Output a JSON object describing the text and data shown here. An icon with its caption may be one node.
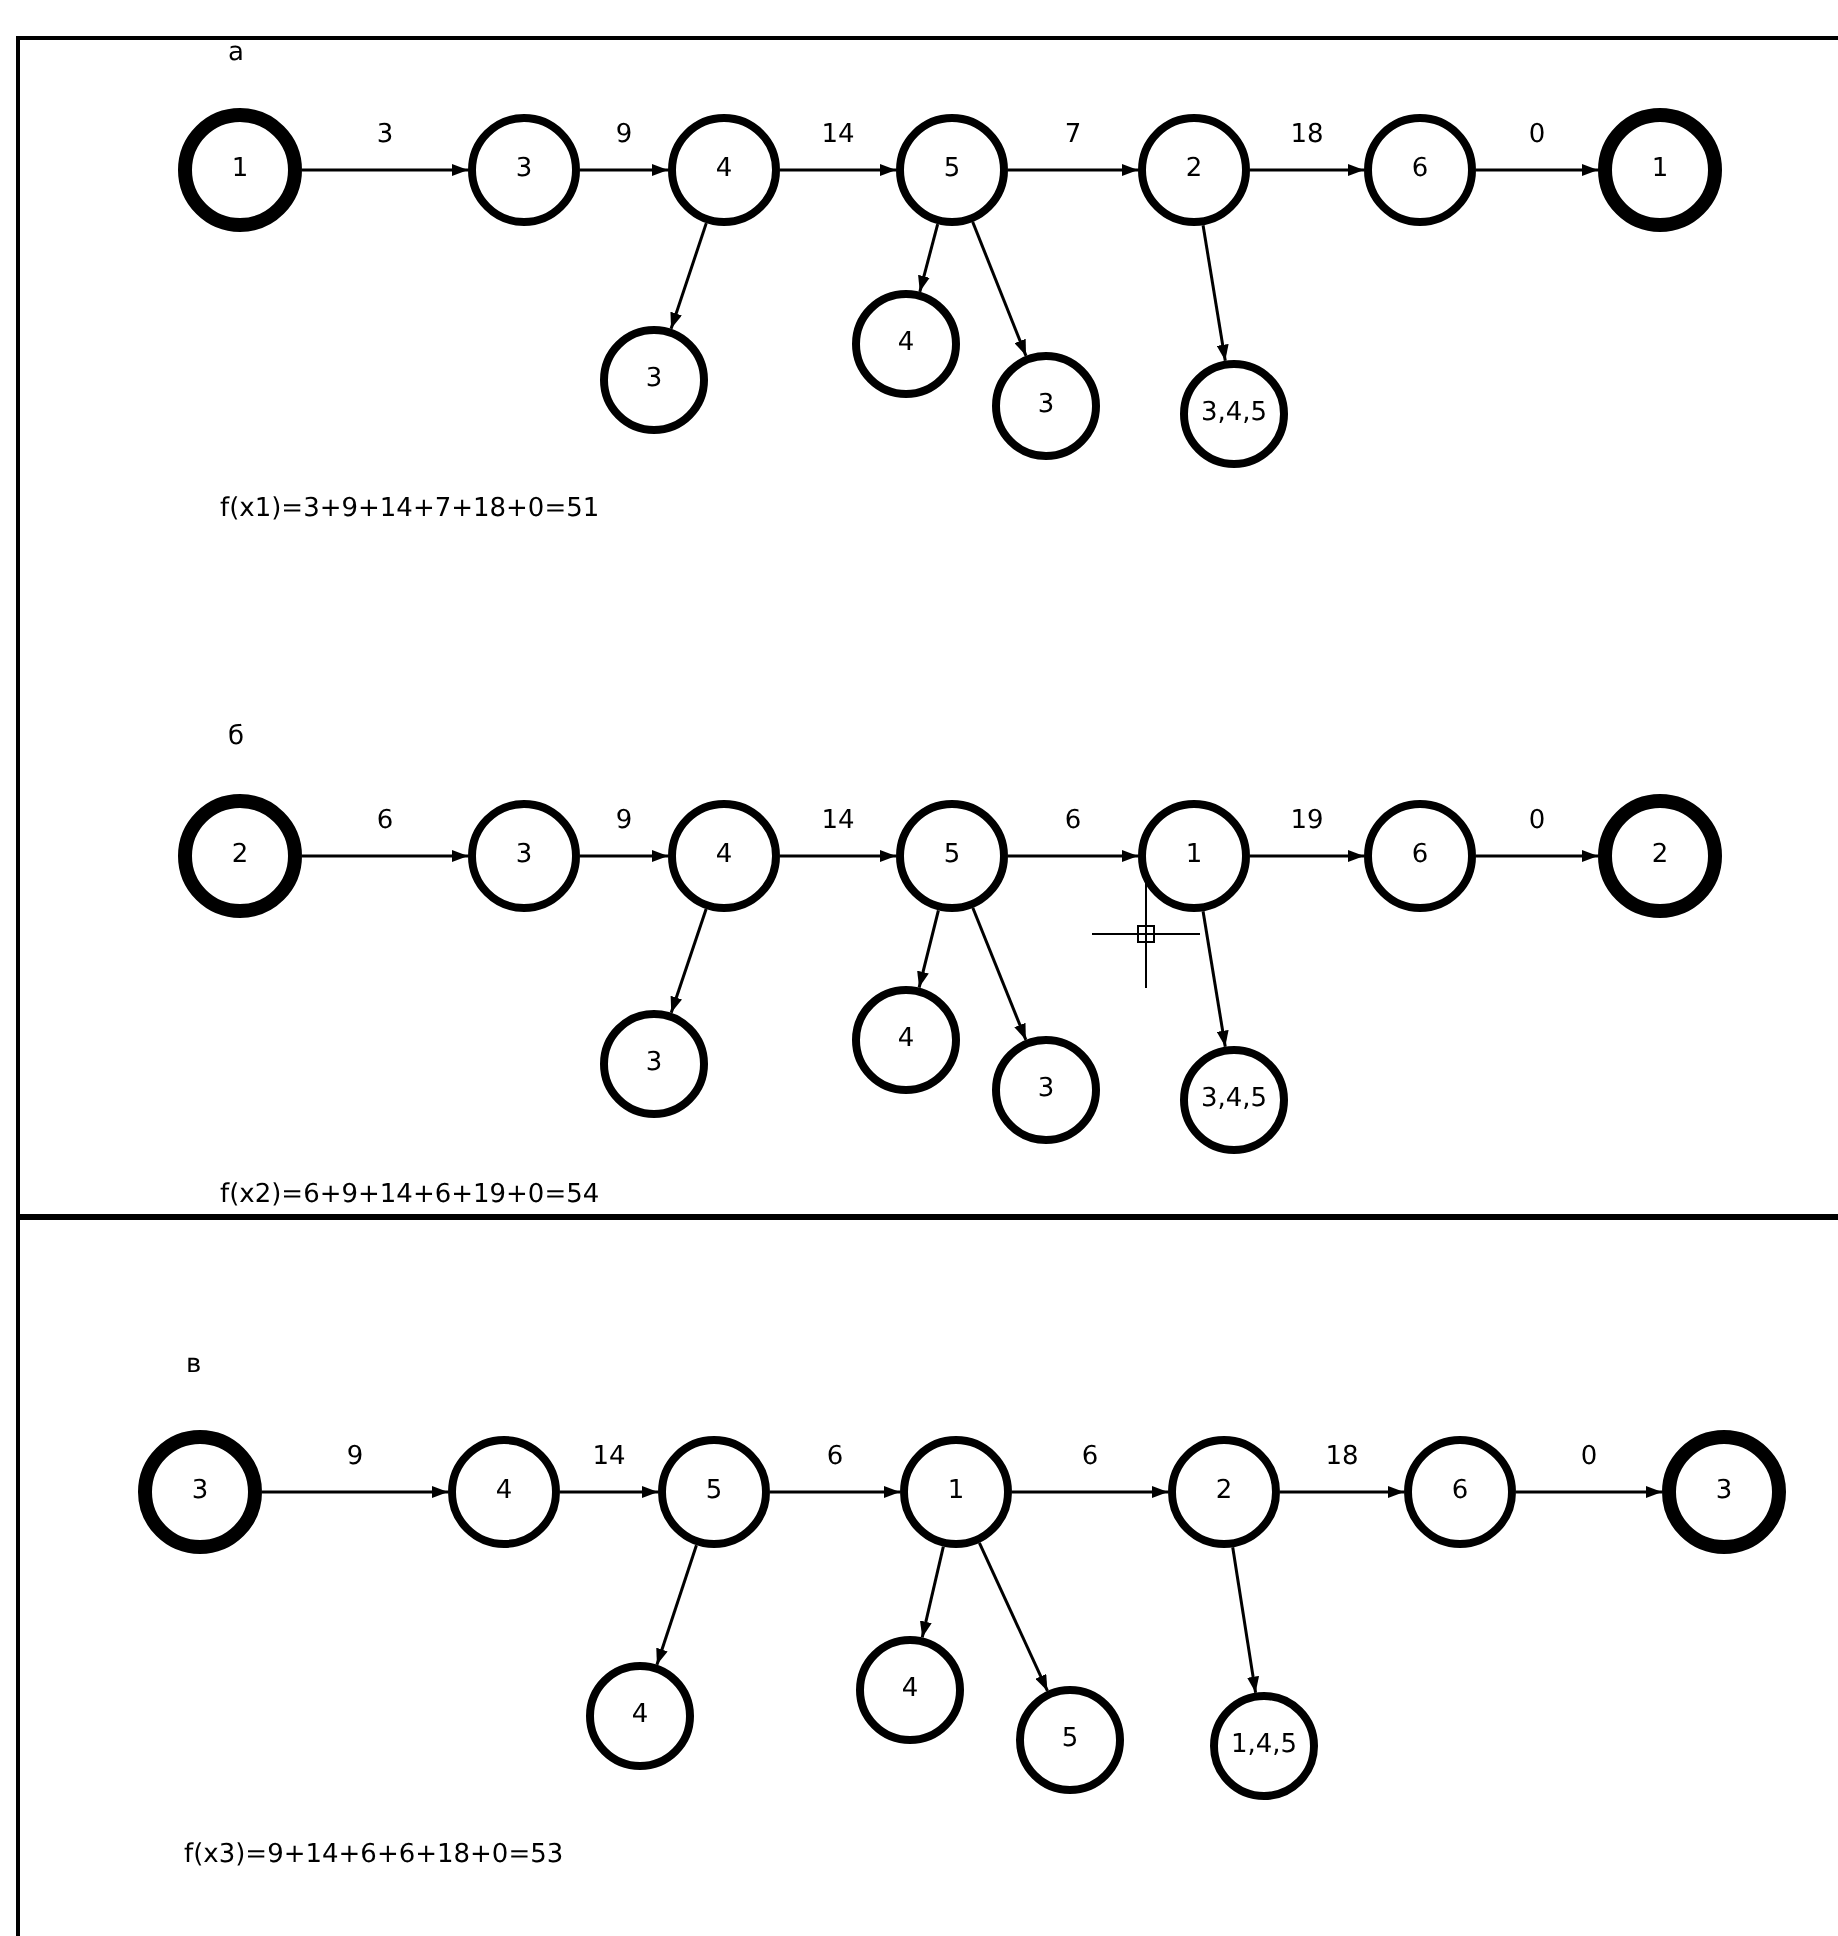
{
  "diagram": {
    "nodes": [
      {
        "text": [
          "1"
        ]
      },
      {
        "text": [
          "3"
        ]
      },
      {
        "text": [
          "4"
        ]
      },
      {
        "text": [
          "5"
        ]
      },
      {
        "text": [
          "2"
        ]
      },
      {
        "text": [
          "6"
        ]
      },
      {
        "text": [
          "1"
        ]
      },
      {
        "text": [
          "3"
        ]
      },
      {
        "text": [
          "4"
        ]
      },
      {
        "text": [
          "3"
        ]
      },
      {
        "text": [
          "3,4,5"
        ]
      },
      {
        "text": [
          "2"
        ]
      },
      {
        "text": [
          "3"
        ]
      },
      {
        "text": [
          "4"
        ]
      },
      {
        "text": [
          "5"
        ]
      },
      {
        "text": [
          "1"
        ]
      },
      {
        "text": [
          "6"
        ]
      },
      {
        "text": [
          "2"
        ]
      },
      {
        "text": [
          "3"
        ]
      },
      {
        "text": [
          "4"
        ]
      },
      {
        "text": [
          "3"
        ]
      },
      {
        "text": [
          "3,4,5"
        ]
      },
      {
        "text": [
          "3"
        ]
      },
      {
        "text": [
          "4"
        ]
      },
      {
        "text": [
          "5"
        ]
      },
      {
        "text": [
          "1"
        ]
      },
      {
        "text": [
          "2"
        ]
      },
      {
        "text": [
          "6"
        ]
      },
      {
        "text": [
          "3"
        ]
      },
      {
        "text": [
          "4"
        ]
      },
      {
        "text": [
          "4"
        ]
      },
      {
        "text": [
          "5"
        ]
      },
      {
        "text": [
          "1,4,5"
        ]
      }
    ],
    "edges": [
      {
        "from": 0,
        "to": 1,
        "arrow": "to",
        "label": "3"
      },
      {
        "from": 1,
        "to": 2,
        "arrow": "to",
        "label": "9"
      },
      {
        "from": 2,
        "to": 3,
        "arrow": "to",
        "label": "14"
      },
      {
        "from": 3,
        "to": 4,
        "arrow": "to",
        "label": "7"
      },
      {
        "from": 4,
        "to": 5,
        "arrow": "to",
        "label": "18"
      },
      {
        "from": 5,
        "to": 6,
        "arrow": "to",
        "label": "0"
      },
      {
        "from": 2,
        "to": 7,
        "arrow": "to"
      },
      {
        "from": 3,
        "to": 8,
        "arrow": "to"
      },
      {
        "from": 3,
        "to": 9,
        "arrow": "to"
      },
      {
        "from": 4,
        "to": 10,
        "arrow": "to"
      },
      {
        "from": 11,
        "to": 12,
        "arrow": "to",
        "label": "6"
      },
      {
        "from": 12,
        "to": 13,
        "arrow": "to",
        "label": "9"
      },
      {
        "from": 13,
        "to": 14,
        "arrow": "to",
        "label": "14"
      },
      {
        "from": 14,
        "to": 15,
        "arrow": "to",
        "label": "6"
      },
      {
        "from": 15,
        "to": 16,
        "arrow": "to",
        "label": "19"
      },
      {
        "from": 16,
        "to": 17,
        "arrow": "to",
        "label": "0"
      },
      {
        "from": 13,
        "to": 18,
        "arrow": "to"
      },
      {
        "from": 14,
        "to": 19,
        "arrow": "to"
      },
      {
        "from": 14,
        "to": 20,
        "arrow": "to"
      },
      {
        "from": 15,
        "to": 21,
        "arrow": "to"
      },
      {
        "from": 22,
        "to": 23,
        "arrow": "to",
        "label": "9"
      },
      {
        "from": 23,
        "to": 24,
        "arrow": "to",
        "label": "14"
      },
      {
        "from": 24,
        "to": 25,
        "arrow": "to",
        "label": "6"
      },
      {
        "from": 25,
        "to": 26,
        "arrow": "to",
        "label": "6"
      },
      {
        "from": 26,
        "to": 27,
        "arrow": "to",
        "label": "18"
      },
      {
        "from": 27,
        "to": 28,
        "arrow": "to",
        "label": "0"
      },
      {
        "from": 24,
        "to": 29,
        "arrow": "to"
      },
      {
        "from": 25,
        "to": 30,
        "arrow": "to"
      },
      {
        "from": 25,
        "to": 31,
        "arrow": "to"
      },
      {
        "from": 26,
        "to": 32,
        "arrow": "to"
      }
    ],
    "labels": [
      "а",
      "f(x1)=3+9+14+7+18+0=51",
      "б",
      "f(x2)=6+9+14+6+19+0=54",
      "в",
      "f(x3)=9+14+6+6+18+0=53"
    ]
  }
}
